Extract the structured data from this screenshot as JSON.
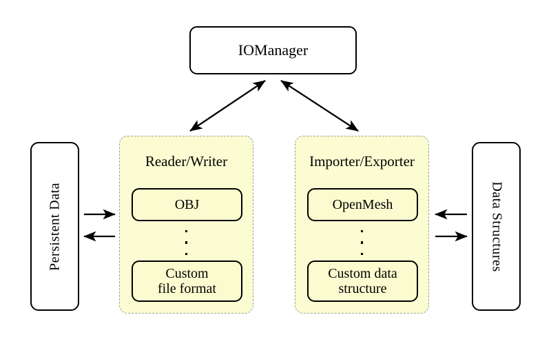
{
  "diagram": {
    "title_box": {
      "label": "IOManager"
    },
    "left_store": {
      "label": "Persistent Data",
      "orientation": "vertical-up"
    },
    "right_store": {
      "label": "Data Structures",
      "orientation": "vertical-down"
    },
    "panels": [
      {
        "id": "reader-writer",
        "title": "Reader/Writer",
        "fill_color": "#fcfcd2",
        "border_color": "#9e9e9e",
        "border_style": "dashed",
        "items": [
          {
            "label": "OBJ"
          },
          {
            "label": "⋮",
            "kind": "ellipsis"
          },
          {
            "label_line1": "Custom",
            "label_line2": "file format"
          }
        ]
      },
      {
        "id": "importer-exporter",
        "title": "Importer/Exporter",
        "fill_color": "#fcfcd2",
        "border_color": "#9e9e9e",
        "border_style": "dashed",
        "items": [
          {
            "label": "OpenMesh"
          },
          {
            "label": "⋮",
            "kind": "ellipsis"
          },
          {
            "label_line1": "Custom data",
            "label_line2": "structure"
          }
        ]
      }
    ],
    "connections": [
      {
        "name": "iomanager-to-reader-writer",
        "from": "IOManager",
        "to": "Reader/Writer",
        "style": "double-headed-diagonal"
      },
      {
        "name": "iomanager-to-importer-exporter",
        "from": "IOManager",
        "to": "Importer/Exporter",
        "style": "double-headed-diagonal"
      },
      {
        "name": "persistent-data-to-reader-writer",
        "from": "Persistent Data",
        "to": "Reader/Writer",
        "style": "arrow-right"
      },
      {
        "name": "reader-writer-to-persistent-data",
        "from": "Reader/Writer",
        "to": "Persistent Data",
        "style": "arrow-left"
      },
      {
        "name": "data-structures-to-importer-exporter",
        "from": "Data Structures",
        "to": "Importer/Exporter",
        "style": "arrow-left"
      },
      {
        "name": "importer-exporter-to-data-structures",
        "from": "Importer/Exporter",
        "to": "Data Structures",
        "style": "arrow-right"
      }
    ],
    "colors": {
      "background": "#ffffff",
      "stroke": "#000000",
      "panel_fill": "#fcfcd2",
      "panel_stroke": "#9e9e9e",
      "inner_fill": "#fbfbd0"
    }
  }
}
